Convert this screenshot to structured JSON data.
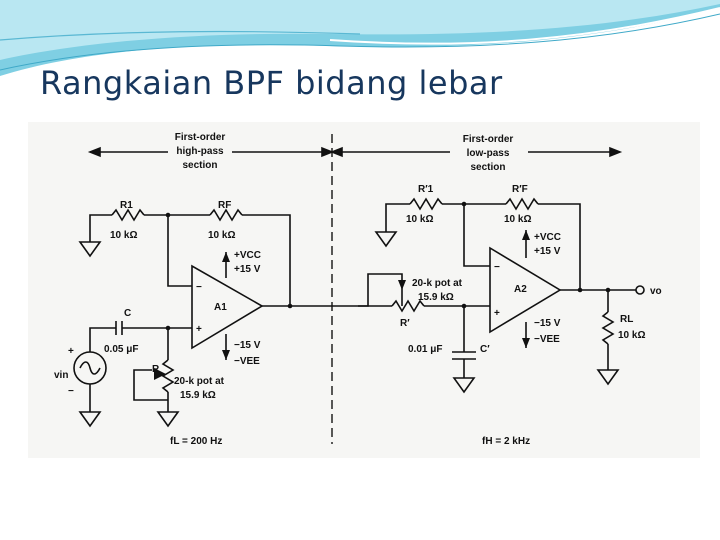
{
  "slide": {
    "title": "Rangkaian BPF bidang lebar"
  },
  "diagram": {
    "hp_section": [
      "First-order",
      "high-pass",
      "section"
    ],
    "lp_section": [
      "First-order",
      "low-pass",
      "section"
    ],
    "r1": "R1",
    "r1_val": "10 kΩ",
    "rf": "RF",
    "rf_val": "10 kΩ",
    "a1": "A1",
    "a1_minus": "−",
    "a1_plus": "+",
    "a1_vcc": "+VCC",
    "a1_vcc_val": "+15 V",
    "a1_vee_val": "−15 V",
    "a1_vee": "−VEE",
    "c": "C",
    "c_val": "0.05 μF",
    "vin": "vin",
    "src_plus": "+",
    "src_minus": "−",
    "r": "R",
    "r_val_1": "20-k pot at",
    "r_val_2": "15.9 kΩ",
    "fl": "fL = 200 Hz",
    "r1p": "R′1",
    "r1p_val": "10 kΩ",
    "rfp": "R′F",
    "rfp_val": "10 kΩ",
    "a2": "A2",
    "a2_minus": "−",
    "a2_plus": "+",
    "a2_vcc": "+VCC",
    "a2_vcc_val": "+15 V",
    "a2_vee_val": "−15 V",
    "a2_vee": "−VEE",
    "rp_val_1": "20-k pot at",
    "rp_val_2": "15.9 kΩ",
    "rp": "R′",
    "cp_val": "0.01 μF",
    "cp": "C′",
    "vo": "vo",
    "rl": "RL",
    "rl_val": "10 kΩ",
    "fh": "fH = 2 kHz"
  }
}
